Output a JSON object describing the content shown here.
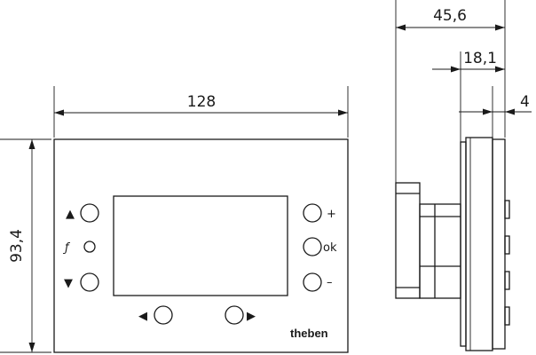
{
  "front_view": {
    "width_label": "128",
    "height_label": "93,4",
    "button_symbols": {
      "up": "▲",
      "down": "▼",
      "left": "◀",
      "right": "▶",
      "plus": "+",
      "ok": "ok",
      "minus": "–",
      "service": "ƒ"
    },
    "brand": "theben"
  },
  "side_view": {
    "depth_total_label": "45,6",
    "depth_front_label": "18,1",
    "depth_cover_label": "4"
  }
}
